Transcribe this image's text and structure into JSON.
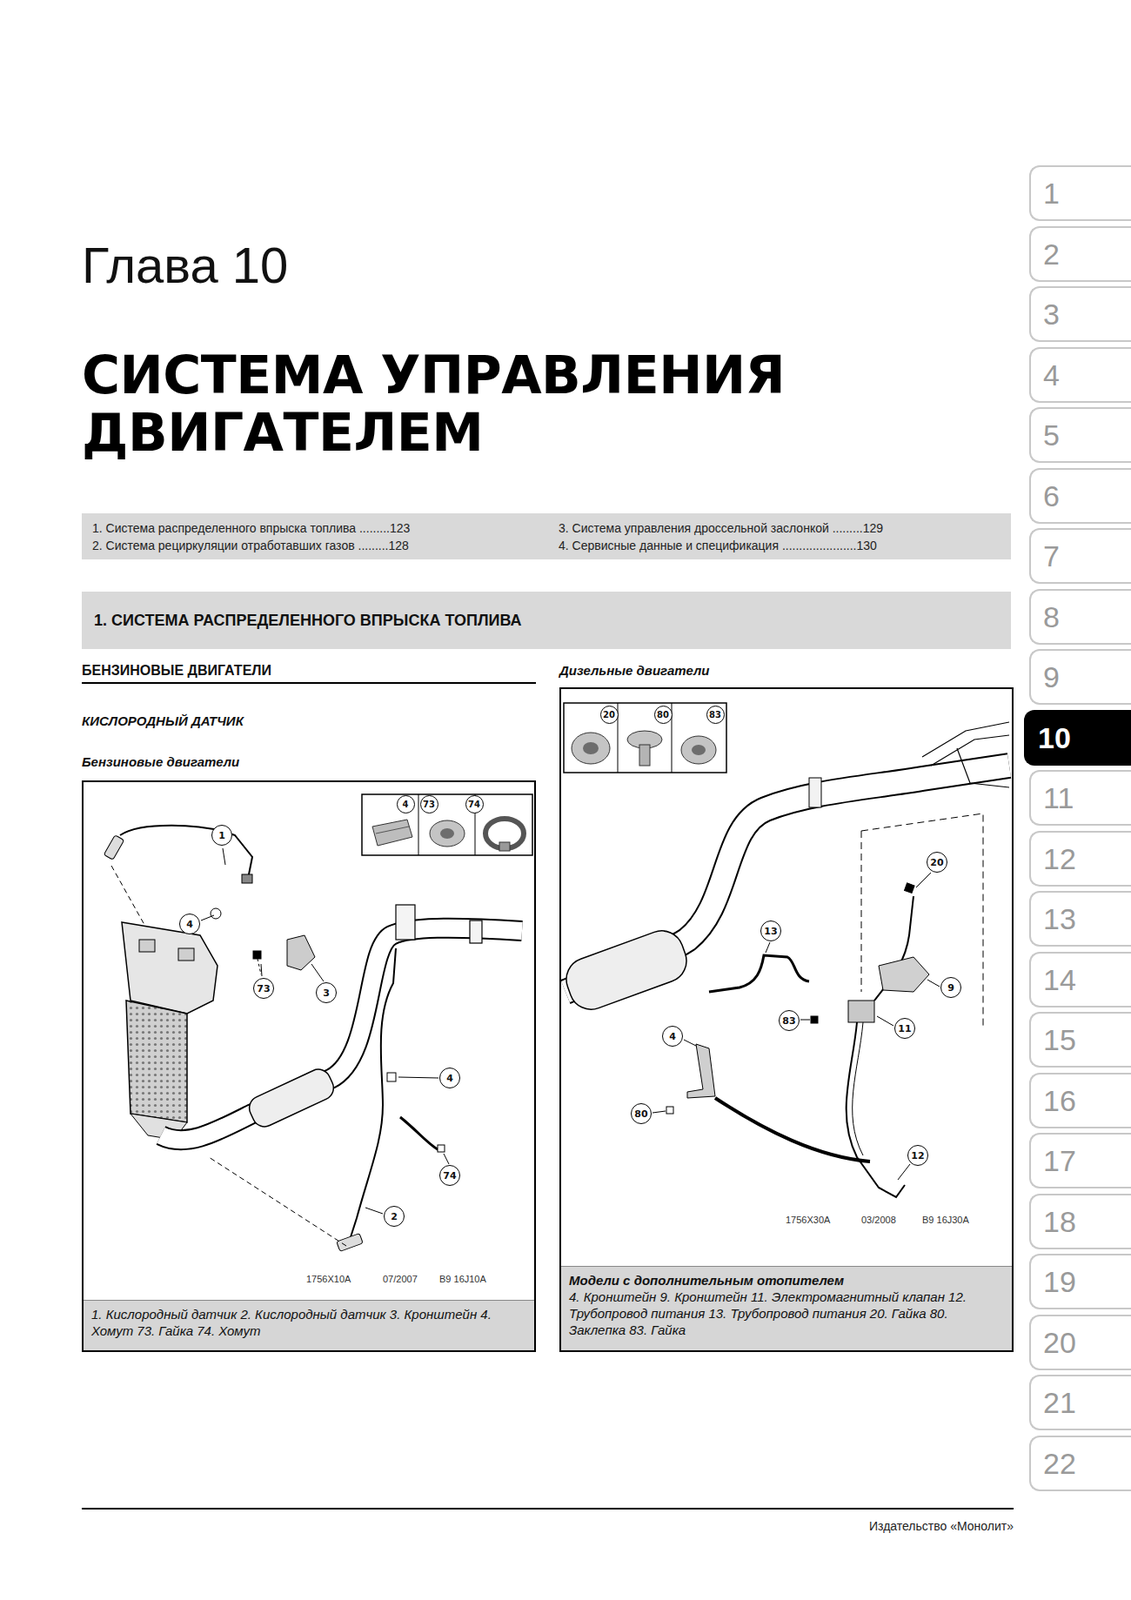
{
  "diagram": {
    "title": "СИСТЕМА УПРАВЛЕНИЯ ДВИГАТЕЛЕМ",
    "nodes": [
      {
        "text": [
          "1. Система распределенного впрыска топлива .........123",
          "2. Система рециркуляции отработавших газов .........128",
          "3. Система управления дроссельной заслонкой .........129",
          "4. Сервисные данные и спецификация ......................130"
        ]
      },
      {
        "text": [
          "1. СИСТЕМА РАСПРЕДЕЛЕННОГО ВПРЫСКА ТОПЛИВА"
        ]
      },
      {
        "text": [
          "1756X10A",
          "07/2007",
          "B9 16J10A"
        ]
      },
      {
        "text": [
          "4"
        ],
        "in": 2
      },
      {
        "text": [
          "73"
        ],
        "in": 2
      },
      {
        "text": [
          "74"
        ],
        "in": 2
      },
      {
        "text": [
          "1"
        ],
        "in": 2
      },
      {
        "text": [
          "4"
        ],
        "in": 2
      },
      {
        "text": [
          "73"
        ],
        "in": 2
      },
      {
        "text": [
          "3"
        ],
        "in": 2
      },
      {
        "text": [
          "4"
        ],
        "in": 2
      },
      {
        "text": [
          "74"
        ],
        "in": 2
      },
      {
        "text": [
          "2"
        ],
        "in": 2
      },
      {
        "text": [
          "1. Кислородный датчик 2. Кислородный датчик 3. Кронштейн 4. Хомут 73. Гайка 74. Хомут"
        ],
        "in": 2
      },
      {
        "text": [
          "1756X30A",
          "03/2008",
          "B9 16J30A"
        ]
      },
      {
        "text": [
          "20"
        ],
        "in": 14
      },
      {
        "text": [
          "80"
        ],
        "in": 14
      },
      {
        "text": [
          "83"
        ],
        "in": 14
      },
      {
        "text": [
          "20"
        ],
        "in": 14
      },
      {
        "text": [
          "13"
        ],
        "in": 14
      },
      {
        "text": [
          "9"
        ],
        "in": 14
      },
      {
        "text": [
          "11"
        ],
        "in": 14
      },
      {
        "text": [
          "83"
        ],
        "in": 14
      },
      {
        "text": [
          "4"
        ],
        "in": 14
      },
      {
        "text": [
          "80"
        ],
        "in": 14
      },
      {
        "text": [
          "12"
        ],
        "in": 14
      },
      {
        "text": [
          "Модели с дополнительным отопителем",
          "4. Кронштейн 9. Кронштейн 11. Электромагнитный клапан 12. Трубопровод питания 13. Трубопровод питания 20. Гайка 80. Заклепка 83. Гайка"
        ],
        "in": 14
      },
      {
        "text": [
          "1"
        ]
      },
      {
        "text": [
          "2"
        ]
      },
      {
        "text": [
          "3"
        ]
      },
      {
        "text": [
          "4"
        ]
      },
      {
        "text": [
          "5"
        ]
      },
      {
        "text": [
          "6"
        ]
      },
      {
        "text": [
          "7"
        ]
      },
      {
        "text": [
          "8"
        ]
      },
      {
        "text": [
          "9"
        ]
      },
      {
        "text": [
          "10"
        ]
      },
      {
        "text": [
          "11"
        ]
      },
      {
        "text": [
          "12"
        ]
      },
      {
        "text": [
          "13"
        ]
      },
      {
        "text": [
          "14"
        ]
      },
      {
        "text": [
          "15"
        ]
      },
      {
        "text": [
          "16"
        ]
      },
      {
        "text": [
          "17"
        ]
      },
      {
        "text": [
          "18"
        ]
      },
      {
        "text": [
          "19"
        ]
      },
      {
        "text": [
          "20"
        ]
      },
      {
        "text": [
          "21"
        ]
      },
      {
        "text": [
          "22"
        ]
      }
    ],
    "labels": [
      "Глава 10",
      "БЕНЗИНОВЫЕ ДВИГАТЕЛИ",
      "Дизельные двигатели",
      "КИСЛОРОДНЫЙ ДАТЧИК",
      "Бензиновые двигатели",
      "Издательство «Монолит»"
    ]
  }
}
